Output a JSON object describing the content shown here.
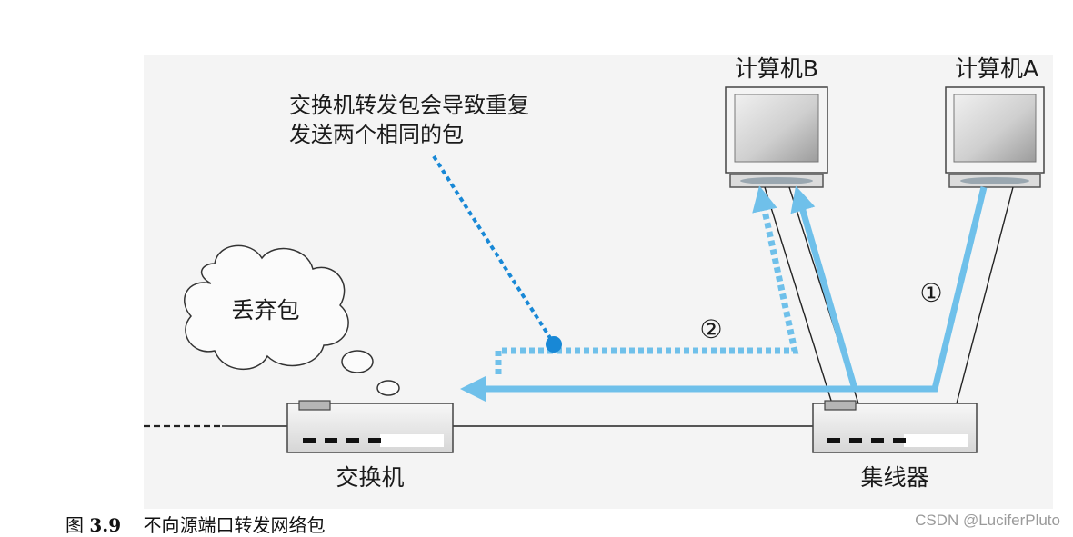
{
  "labels": {
    "computer_b": "计算机B",
    "computer_a": "计算机A",
    "note_line1": "交换机转发包会导致重复",
    "note_line2": "发送两个相同的包",
    "drop_cloud": "丢弃包",
    "step1": "①",
    "step2": "②",
    "switch": "交换机",
    "hub": "集线器"
  },
  "caption": {
    "figure_prefix": "图",
    "figure_number": "3.9",
    "title": "不向源端口转发网络包"
  },
  "watermark": "CSDN @LuciferPluto",
  "colors": {
    "background_panel": "#f4f4f4",
    "arrow_blue": "#6fc0ea",
    "note_dot_blue": "#1888d6",
    "device_gray": "#cfcfcf"
  }
}
